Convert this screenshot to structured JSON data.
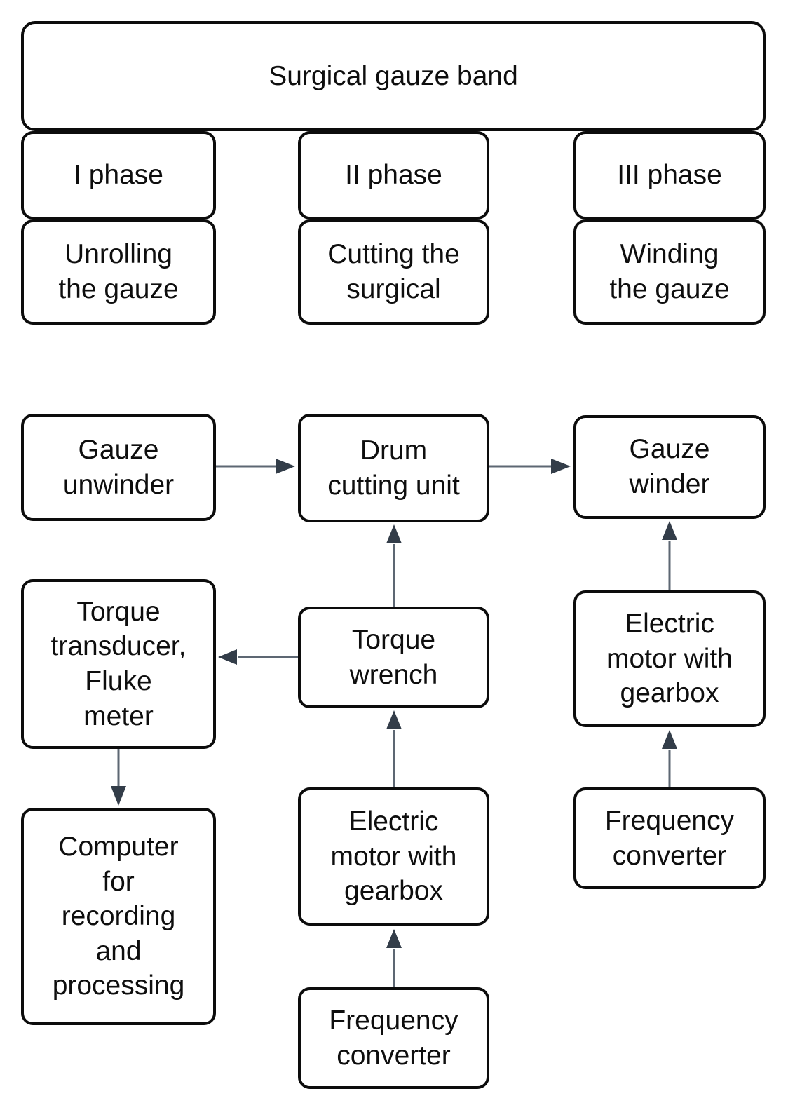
{
  "colors": {
    "background": "#ffffff",
    "box_fill": "#ffffff",
    "box_border": "#0c0c0c",
    "text": "#0e0e0e",
    "arrow_shaft": "#5d6773",
    "arrow_head": "#333d49"
  },
  "process": {
    "title": "Surgical gauze band",
    "phases": [
      {
        "name": "I phase",
        "description": "Unrolling\nthe gauze"
      },
      {
        "name": "II phase",
        "description": "Cutting the\nsurgical"
      },
      {
        "name": "III phase",
        "description": "Winding\nthe gauze"
      }
    ]
  },
  "equipment": {
    "gauze_unwinder": {
      "label": "Gauze\nunwinder"
    },
    "drum_cutting_unit": {
      "label": "Drum\ncutting unit"
    },
    "gauze_winder": {
      "label": "Gauze\nwinder"
    },
    "torque_transducer": {
      "label": "Torque\ntransducer,\nFluke\nmeter"
    },
    "torque_wrench": {
      "label": "Torque\nwrench"
    },
    "electric_motor_right": {
      "label": "Electric\nmotor with\ngearbox"
    },
    "computer": {
      "label": "Computer\nfor\nrecording\nand\nprocessing"
    },
    "electric_motor_center": {
      "label": "Electric\nmotor with\ngearbox"
    },
    "frequency_converter_right": {
      "label": "Frequency\nconverter"
    },
    "frequency_converter_center": {
      "label": "Frequency\nconverter"
    }
  },
  "connections": [
    {
      "from": "gauze_unwinder",
      "to": "drum_cutting_unit",
      "direction": "right"
    },
    {
      "from": "drum_cutting_unit",
      "to": "gauze_winder",
      "direction": "right"
    },
    {
      "from": "torque_wrench",
      "to": "drum_cutting_unit",
      "direction": "up"
    },
    {
      "from": "torque_wrench",
      "to": "torque_transducer",
      "direction": "left"
    },
    {
      "from": "electric_motor_right",
      "to": "gauze_winder",
      "direction": "up"
    },
    {
      "from": "torque_transducer",
      "to": "computer",
      "direction": "down"
    },
    {
      "from": "electric_motor_center",
      "to": "torque_wrench",
      "direction": "up"
    },
    {
      "from": "frequency_converter_right",
      "to": "electric_motor_right",
      "direction": "up"
    },
    {
      "from": "frequency_converter_center",
      "to": "electric_motor_center",
      "direction": "up"
    }
  ]
}
